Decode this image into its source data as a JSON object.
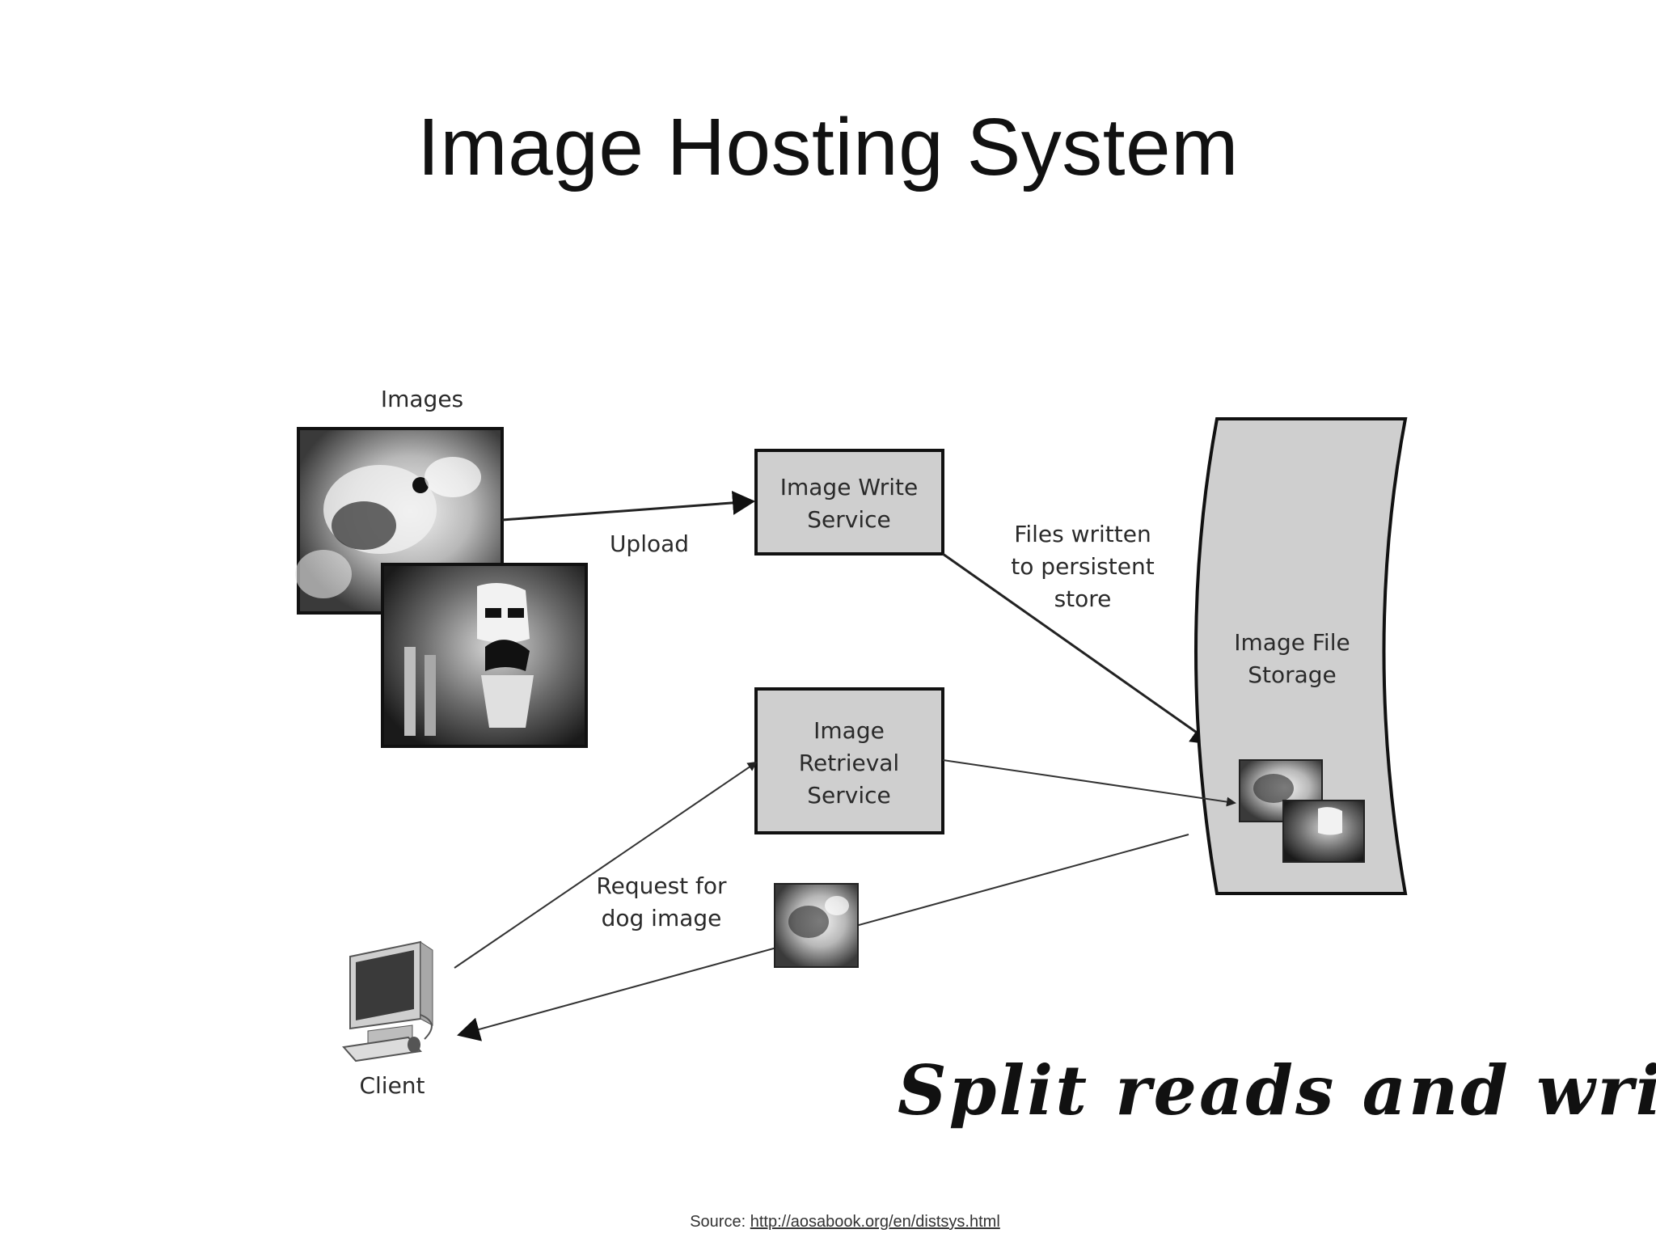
{
  "slide": {
    "title": "Image Hosting System",
    "tagline": "Split reads and writes",
    "source_prefix": "Source:",
    "source_url": "http://aosabook.org/en/distsys.html"
  },
  "diagram": {
    "images_label": "Images",
    "upload_label": "Upload",
    "write_service": [
      "Image Write",
      "Service"
    ],
    "retrieval_service": [
      "Image",
      "Retrieval",
      "Service"
    ],
    "files_written": [
      "Files written",
      "to persistent",
      "store"
    ],
    "storage": [
      "Image File",
      "Storage"
    ],
    "request": [
      "Request for",
      "dog image"
    ],
    "client_label": "Client"
  },
  "colors": {
    "box_fill": "#cfcfcf",
    "stroke": "#1a1a1a",
    "arrow": "#333333"
  }
}
